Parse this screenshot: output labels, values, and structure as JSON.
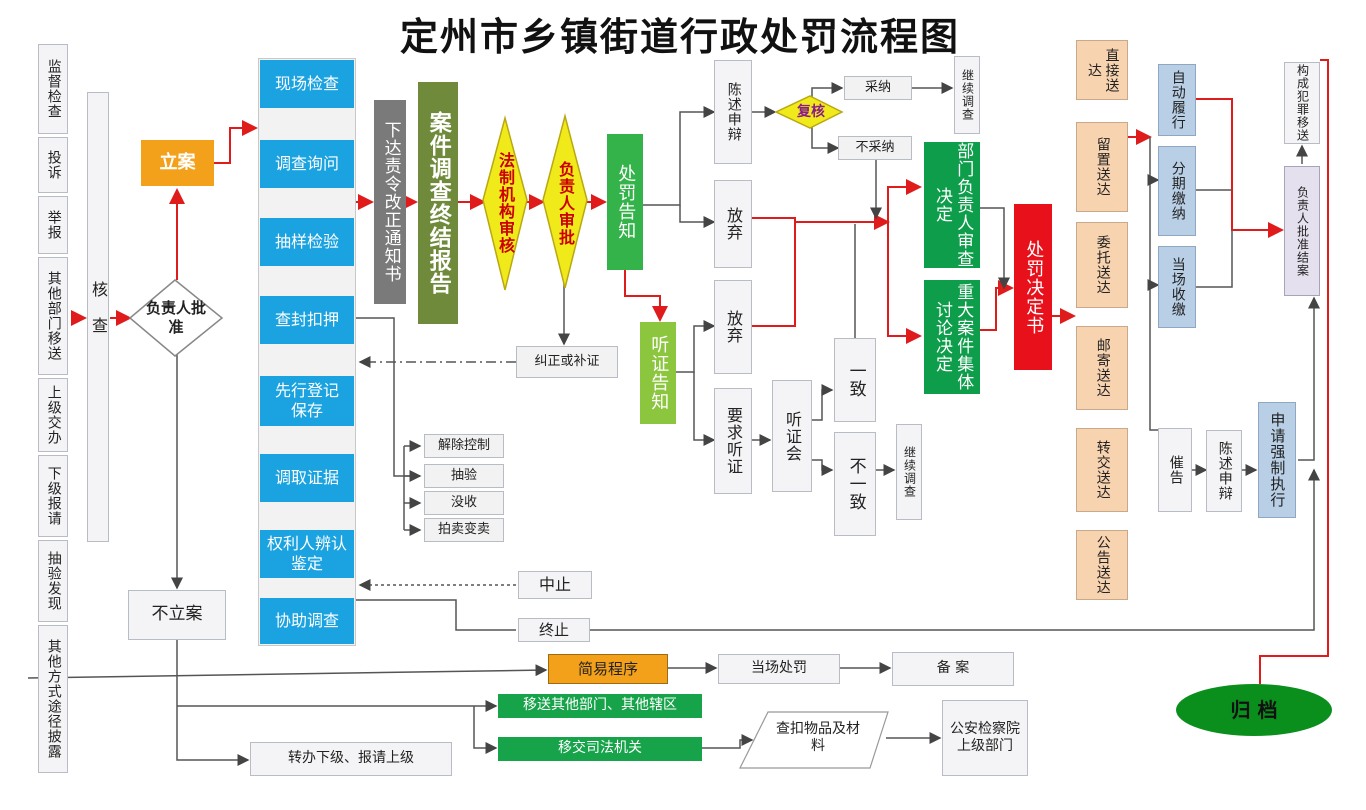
{
  "title": "定州市乡镇街道行政处罚流程图",
  "sources": [
    "监督检查",
    "投诉",
    "举报",
    "其他部门移送",
    "上级交办",
    "下级报请",
    "抽验发现",
    "其他方式途径披露"
  ],
  "heck": "核查",
  "approve": "负责人批准",
  "lian": "立案",
  "bulian": "不立案",
  "investigation": [
    "现场检查",
    "调查询问",
    "抽样检验",
    "查封扣押",
    "先行登记保存",
    "调取证据",
    "权利人辨认鉴定",
    "协助调查"
  ],
  "order_notice": "下达责令改正通知书",
  "case_report": "案件调查终结报告",
  "legal_review": "法制机构审核",
  "head_review": "负责人审批",
  "penalty_notice": "处罚告知",
  "hearing_notice": "听证告知",
  "correct": "纠正或补证",
  "statement": "陈述申辩",
  "recheck": "复核",
  "adopt": "采纳",
  "not_adopt": "不采纳",
  "continue1": "继续调查",
  "waive1": "放弃",
  "waive2": "放弃",
  "request_hearing": "要求听证",
  "hearing": "听证会",
  "agree": "一致",
  "disagree": "不一致",
  "continue2": "继续调查",
  "dept_decision": "部门负责人审查决定",
  "major_case": "重大案件集体讨论决定",
  "decision_doc": "处罚决定书",
  "seizure_results": [
    "解除控制",
    "抽验",
    "没收",
    "拍卖变卖"
  ],
  "suspend": "中止",
  "terminate": "终止",
  "delivery": [
    "直接送达",
    "留置送达",
    "委托送达",
    "邮寄送达",
    "转交送达",
    "公告送达"
  ],
  "execution": [
    "自动履行",
    "分期缴纳",
    "当场收缴"
  ],
  "urge": "催告",
  "statement2": "陈述申辩",
  "enforce": "申请强制执行",
  "crime": "构成犯罪移送",
  "close_case": "负责人批准结案",
  "archive": "归 档",
  "simple": "简易程序",
  "onsite": "当场处罚",
  "record": "备 案",
  "transfer_other": "移送其他部门、其他辖区",
  "transfer_judicial": "移交司法机关",
  "seized_items": "查扣物品及材料",
  "police": "公安检察院上级部门",
  "forward": "转办下级、报请上级",
  "colors": {
    "red_arrow": "#e01b1b",
    "blue": "#1aa3e0",
    "orange": "#f3a01a",
    "green": "#0e9e4b"
  }
}
